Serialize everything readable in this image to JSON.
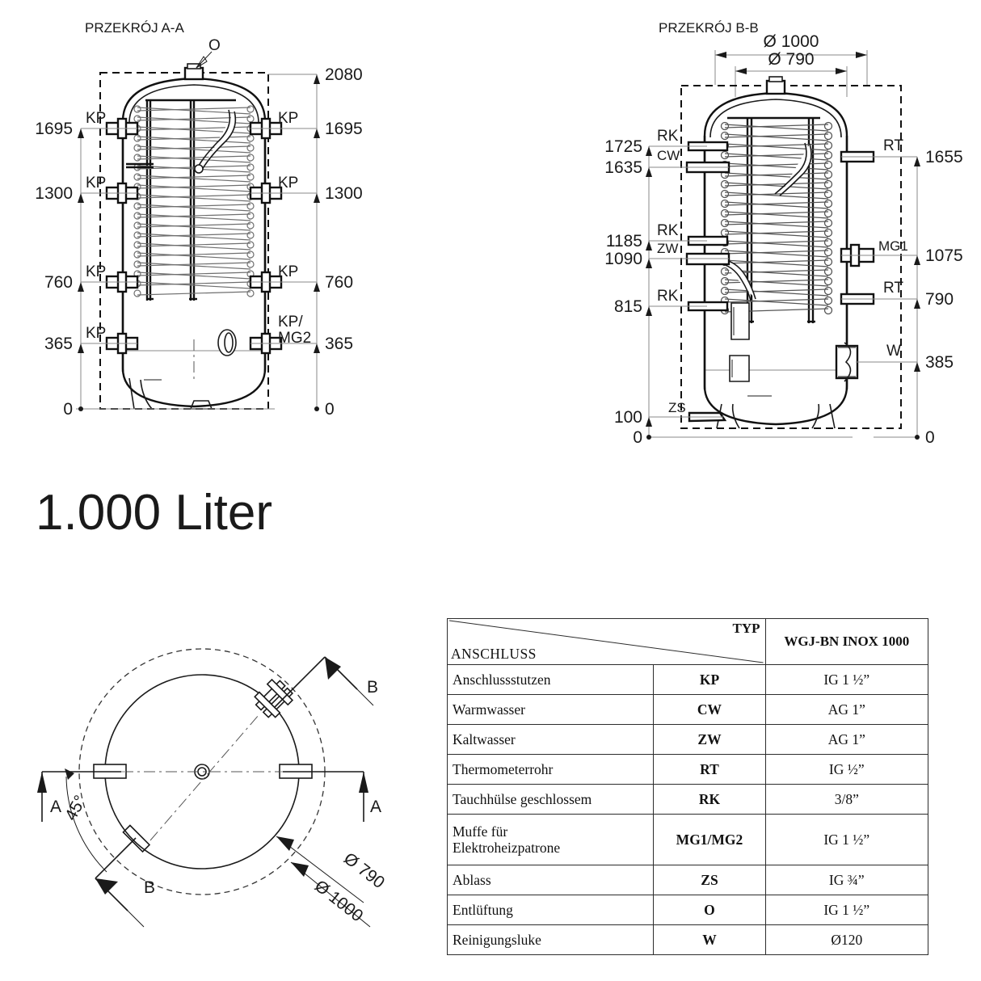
{
  "titles": {
    "section_a": "PRZEKRÓJ A-A",
    "section_b": "PRZEKRÓJ B-B",
    "capacity": "1.000 Liter"
  },
  "section_a": {
    "left_dims": [
      "1695",
      "1300",
      "760",
      "365",
      "0"
    ],
    "right_dims": [
      "2080",
      "1695",
      "1300",
      "760",
      "365",
      "0"
    ],
    "left_tags": [
      "KP",
      "KP",
      "KP",
      "KP"
    ],
    "right_tags": [
      "KP",
      "KP",
      "KP",
      "KP/ MG2"
    ],
    "top_tag": "O"
  },
  "section_b": {
    "diameter_outer": "Ø 1000",
    "diameter_inner": "Ø 790",
    "left_dims": [
      "1725",
      "1635",
      "1185",
      "1090",
      "815",
      "100",
      "0"
    ],
    "right_dims": [
      "1655",
      "1075",
      "790",
      "385",
      "0"
    ],
    "left_tags": [
      "RK",
      "CW",
      "RK",
      "ZW",
      "RK",
      "ZS"
    ],
    "right_tags": [
      "RT",
      "MG1",
      "RT",
      "W"
    ]
  },
  "top_view": {
    "angle_label": "45°",
    "diameter_inner": "Ø 790",
    "diameter_outer": "Ø 1000",
    "section_marks": [
      "A",
      "A",
      "B",
      "B"
    ]
  },
  "table": {
    "header": {
      "typ": "TYP",
      "anschluss": "ANSCHLUSS",
      "model": "WGJ-BN INOX 1000"
    },
    "rows": [
      {
        "name": "Anschlussstutzen",
        "typ": "KP",
        "value": "IG 1 ½”"
      },
      {
        "name": "Warmwasser",
        "typ": "CW",
        "value": "AG 1”"
      },
      {
        "name": "Kaltwasser",
        "typ": "ZW",
        "value": "AG 1”"
      },
      {
        "name": "Thermometerrohr",
        "typ": "RT",
        "value": "IG ½”"
      },
      {
        "name": "Tauchhülse geschlossem",
        "typ": "RK",
        "value": "3/8”"
      },
      {
        "name": "Muffe für\nElektroheizpatrone",
        "typ": "MG1/MG2",
        "value": "IG 1 ½”"
      },
      {
        "name": "Ablass",
        "typ": "ZS",
        "value": "IG ¾”"
      },
      {
        "name": "Entlüftung",
        "typ": "O",
        "value": "IG 1 ½”"
      },
      {
        "name": "Reinigungsluke",
        "typ": "W",
        "value": "Ø120"
      }
    ]
  },
  "colors": {
    "line": "#1a1a1a",
    "coil": "#6f6f6f",
    "gray": "#8a8a8a",
    "background": "#ffffff"
  }
}
